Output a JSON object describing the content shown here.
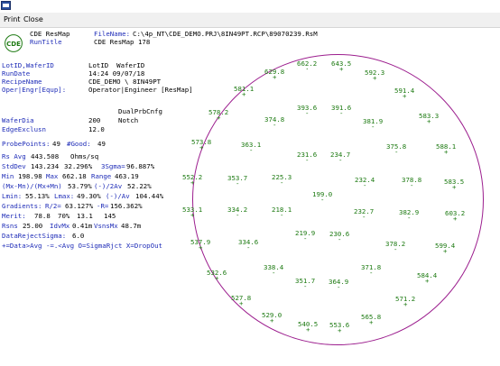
{
  "window": {
    "icon": "app-icon"
  },
  "menu": {
    "items": [
      "Print",
      "Close"
    ]
  },
  "logo": {
    "text": "CDE",
    "sub": "ResMap"
  },
  "header": {
    "title": "CDE ResMap",
    "filename_label": "FileName:",
    "filename_value": "C:\\4p_NT\\CDE_DEMO.PRJ\\8IN49PT.RCP\\89070239.RsM",
    "runtitle_label": "RunTitle",
    "runtitle_value": "CDE ResMap 178"
  },
  "info": {
    "lot_label": "LotID,WaferID",
    "lot_value": "LotID  WaferID",
    "date_label": "RunDate",
    "date_value": "14:24 09/07/18",
    "recipe_label": "RecipeName",
    "recipe_value": "CDE_DEMO \\ 8IN49PT",
    "oper_label": "Oper|Engr[Equp]:",
    "oper_value": "Operator|Engineer [ResMap]",
    "probe_cfg": "DualPrbCnfg",
    "waferdia_label": "WaferDia",
    "waferdia_value": "200",
    "waferdia_notch": "Notch",
    "edge_label": "EdgeExclusn",
    "edge_value": "12.0"
  },
  "stats": {
    "probe_points_label": "ProbePoints:",
    "probe_points_value": "49",
    "good_label": "#Good:",
    "good_value": "49",
    "rs_avg_label": "Rs Avg",
    "rs_avg_value": "443.508",
    "rs_avg_unit": "Ohms/sq",
    "stddev_label": "StdDev",
    "stddev_value": "143.234",
    "stddev_pct": "32.296%",
    "sigma3_label": "3Sgma=",
    "sigma3_value": "96.887%",
    "min_label": "Min",
    "min_value": "198.98",
    "max_label": "Max",
    "max_value": "662.18",
    "range_label": "Range",
    "range_value": "463.19",
    "mxmn_label": "(Mx-Mn)/(Mx+Mn)",
    "mxmn_value": "53.79%",
    "av2_label": "(-)/2Av",
    "av2_value": "52.22%",
    "lmin_label": "Lmin:",
    "lmin_value": "55.13%",
    "lmax_label": "Lmax:",
    "lmax_value": "49.30%",
    "av_label": "(-)/Av",
    "av_value": "104.44%",
    "grad_label": "Gradients:",
    "grad_r2_label": "R/2=",
    "grad_r2_value": "63.127%",
    "grad_r_label": "-R=",
    "grad_r_value": "156.362%",
    "merit_label": "Merit:",
    "merit_value_1": "78.8",
    "merit_value_2": "70%",
    "merit_value_3": "13.1",
    "merit_value_4": "145",
    "rsns_label": "Rsns",
    "rsns_value": "25.00",
    "idvmx_label": "IdvMx",
    "idvmx_value": "0.41m",
    "vsnsmx_label": "VsnsMx",
    "vsnsmx_value": "48.7m",
    "reject_label": "DataRejectSigma:",
    "reject_value": "6.0"
  },
  "legend": {
    "text": "+=Data>Avg -=.<Avg O=SigmaRjct X=DropOut"
  },
  "wafer_points": [
    {
      "v": "662.2",
      "t": "·"
    },
    {
      "v": "643.5",
      "t": "+"
    },
    {
      "v": "629.8",
      "t": "+"
    },
    {
      "v": "592.3",
      "t": "+"
    },
    {
      "v": "581.1",
      "t": "+"
    },
    {
      "v": "591.4",
      "t": "+"
    },
    {
      "v": "578.2",
      "t": "+"
    },
    {
      "v": "393.6",
      "t": "-"
    },
    {
      "v": "391.6",
      "t": "-"
    },
    {
      "v": "583.3",
      "t": "+"
    },
    {
      "v": "374.8",
      "t": "-"
    },
    {
      "v": "381.9",
      "t": "-"
    },
    {
      "v": "573.8",
      "t": "+"
    },
    {
      "v": "363.1",
      "t": "-"
    },
    {
      "v": "231.6",
      "t": "-"
    },
    {
      "v": "234.7",
      "t": "-"
    },
    {
      "v": "375.8",
      "t": "-"
    },
    {
      "v": "588.1",
      "t": "+"
    },
    {
      "v": "552.2",
      "t": "+"
    },
    {
      "v": "353.7",
      "t": "-"
    },
    {
      "v": "225.3",
      "t": "-"
    },
    {
      "v": "232.4",
      "t": "-"
    },
    {
      "v": "378.8",
      "t": "-"
    },
    {
      "v": "583.5",
      "t": "+"
    },
    {
      "v": "199.0",
      "t": "-"
    },
    {
      "v": "533.1",
      "t": "+"
    },
    {
      "v": "334.2",
      "t": "-"
    },
    {
      "v": "218.1",
      "t": "-"
    },
    {
      "v": "232.7",
      "t": "-"
    },
    {
      "v": "382.9",
      "t": "-"
    },
    {
      "v": "603.2",
      "t": "+"
    },
    {
      "v": "219.9",
      "t": "-"
    },
    {
      "v": "230.6",
      "t": "-"
    },
    {
      "v": "537.9",
      "t": "+"
    },
    {
      "v": "334.6",
      "t": "-"
    },
    {
      "v": "378.2",
      "t": "-"
    },
    {
      "v": "599.4",
      "t": "+"
    },
    {
      "v": "532.6",
      "t": "+"
    },
    {
      "v": "338.4",
      "t": "-"
    },
    {
      "v": "371.8",
      "t": "-"
    },
    {
      "v": "584.4",
      "t": "+"
    },
    {
      "v": "351.7",
      "t": "-"
    },
    {
      "v": "364.9",
      "t": "-"
    },
    {
      "v": "527.8",
      "t": "+"
    },
    {
      "v": "571.2",
      "t": "+"
    },
    {
      "v": "529.0",
      "t": "+"
    },
    {
      "v": "565.8",
      "t": "+"
    },
    {
      "v": "540.5",
      "t": "+"
    },
    {
      "v": "553.6",
      "t": "+"
    }
  ],
  "colors": {
    "label": "#1f2db8",
    "value": "#000000",
    "data": "#1d7a12",
    "wafer_outline": "#9c1e8e"
  }
}
